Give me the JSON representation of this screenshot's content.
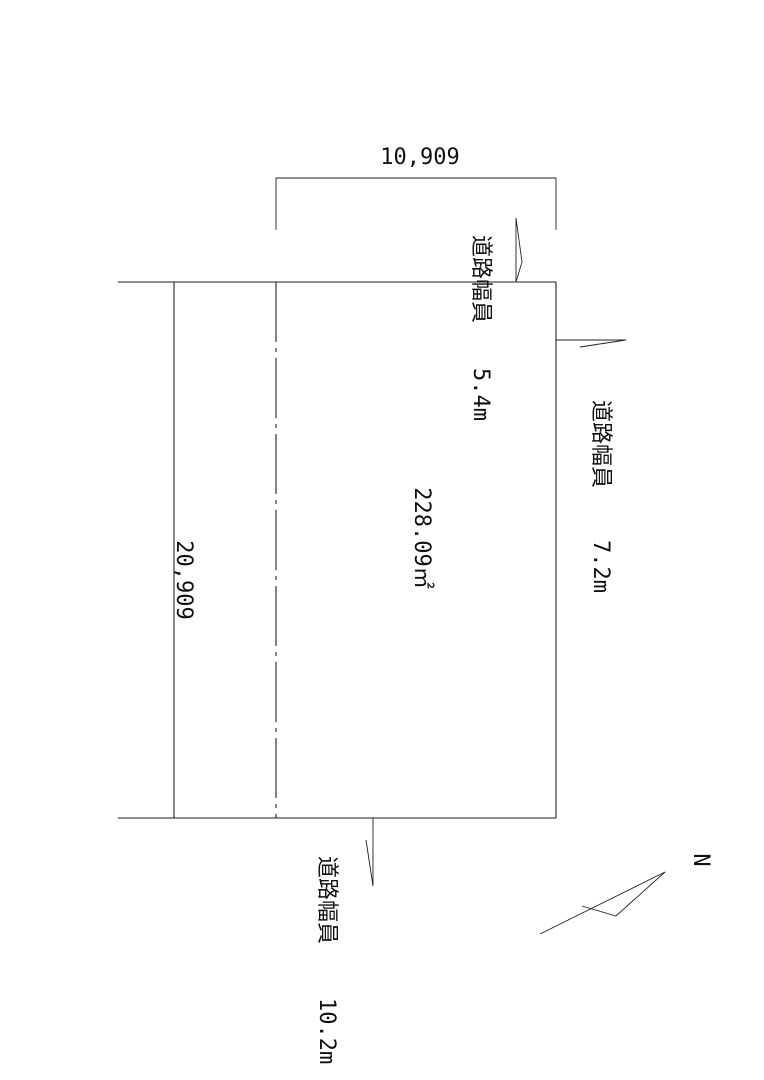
{
  "diagram": {
    "dimension_top": "10,909",
    "dimension_left": "20,909",
    "area": "228.09㎡",
    "roads": [
      {
        "label": "道路幅員",
        "width": "5.4m"
      },
      {
        "label": "道路幅員",
        "width": "7.2m"
      },
      {
        "label": "道路幅員",
        "width": "10.2m"
      }
    ],
    "north": "N"
  }
}
